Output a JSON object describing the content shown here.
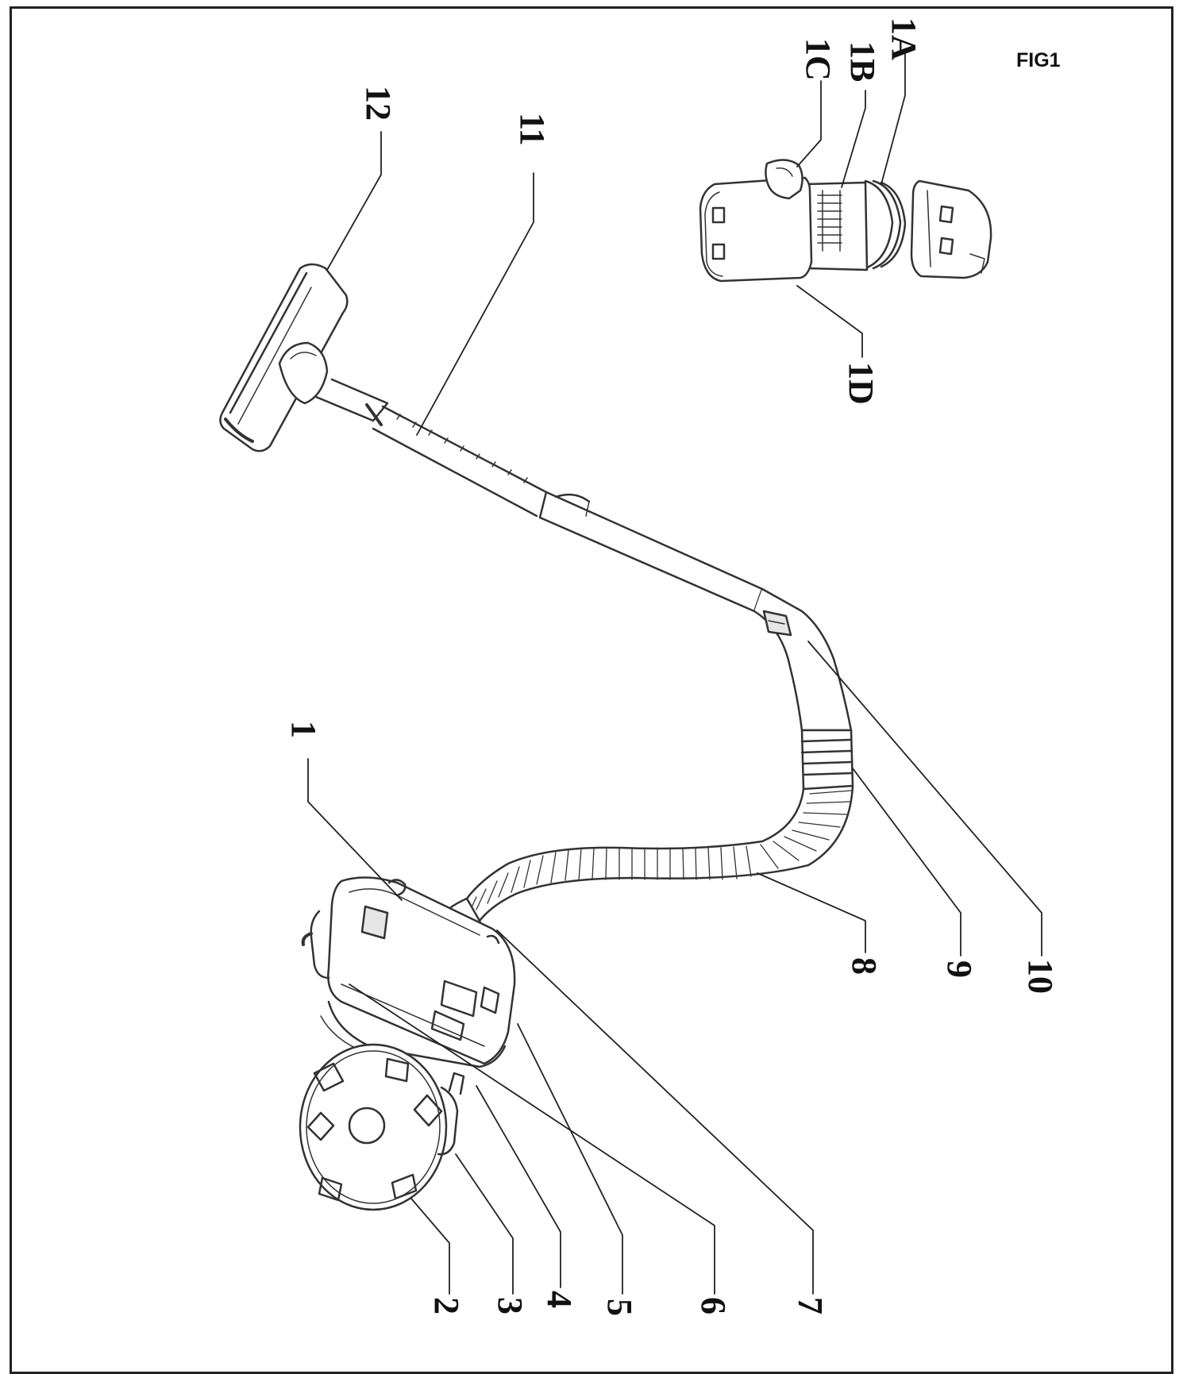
{
  "figure": {
    "label": "FIG1"
  },
  "callouts": {
    "c1": "1",
    "c2": "2",
    "c3": "3",
    "c4": "4",
    "c5": "5",
    "c6": "6",
    "c7": "7",
    "c8": "8",
    "c9": "9",
    "c10": "10",
    "c11": "11",
    "c12": "12",
    "c1A": "1A",
    "c1B": "1B",
    "c1C": "1C",
    "c1D": "1D"
  },
  "colors": {
    "ink": "#111111",
    "line": "#333333",
    "fill": "#ffffff",
    "shade": "#e6e6e6"
  }
}
